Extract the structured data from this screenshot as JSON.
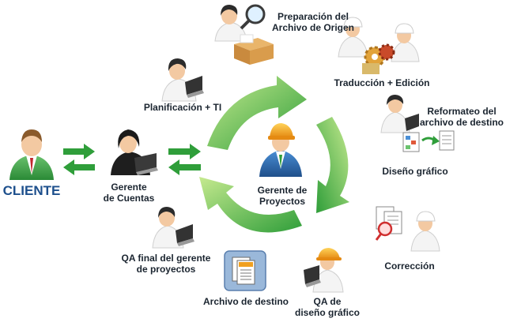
{
  "colors": {
    "arrow_green_light": "#a5d86a",
    "arrow_green_dark": "#2f9e3a",
    "shirt_white": "#f4f4f4",
    "hair_dark": "#2b2b2b",
    "skin": "#f3c9a2",
    "hardhat_orange": "#f0a020",
    "manager_suit": "#2c6fb3",
    "client_shirt": "#3f9e48",
    "label_client": "#1d4f8c"
  },
  "labels": {
    "cliente": "CLIENTE",
    "gerente_cuentas": "Gerente\nde Cuentas",
    "planificacion": "Planificación + TI",
    "preparacion": "Preparación del\nArchivo de Origen",
    "traduccion": "Traducción + Edición",
    "reformateo": "Reformateo del\narchivo de destino",
    "diseno": "Diseño gráfico",
    "correccion": "Corrección",
    "qa_diseno": "QA de\ndiseño gráfico",
    "archivo_destino": "Archivo de destino",
    "qa_final": "QA final del gerente\nde proyectos",
    "gerente_proyectos": "Gerente de\nProyectos"
  },
  "icons": {
    "client": "client-person-icon",
    "account_manager": "account-manager-laptop-icon",
    "planning": "planner-laptop-icon",
    "preparation": "inspector-magnifier-box-icon",
    "translation": "translators-gears-icon",
    "reformat": "reformat-files-icon",
    "proofreading": "proofreader-magnifier-icon",
    "qa_design": "hardhat-laptop-icon",
    "target_file": "target-file-documents-icon",
    "qa_final": "qa-manager-laptop-icon",
    "project_manager": "project-manager-hardhat-icon"
  }
}
